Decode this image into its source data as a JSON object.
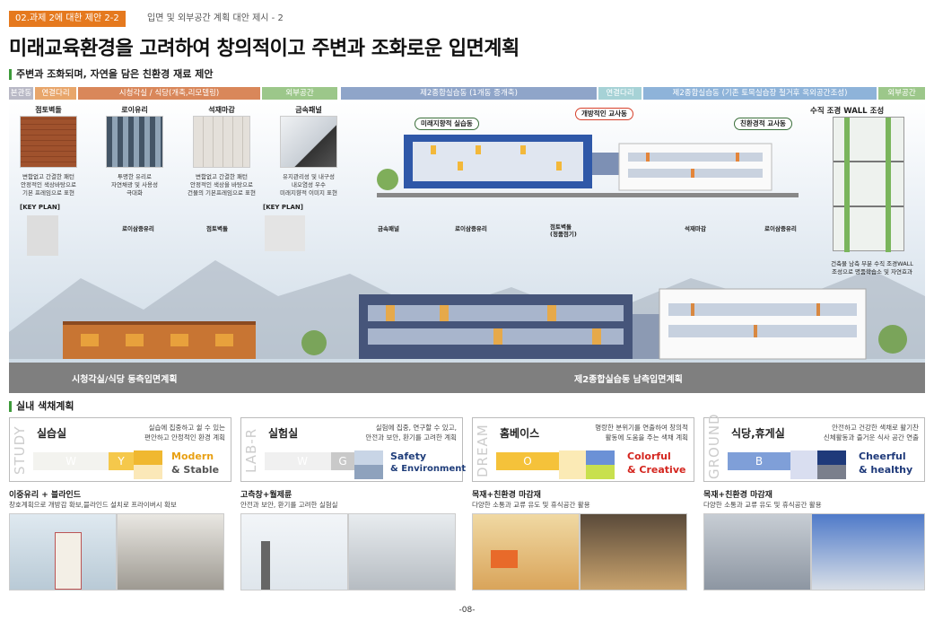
{
  "header": {
    "tag": "02.과제 2에 대한 제안 2-2",
    "subtitle": "입면 및 외부공간 계획 대안 제시 - 2",
    "title": "미래교육환경을 고려하여 창의적이고 주변과 조화로운 입면계획"
  },
  "section1": {
    "heading": "주변과 조화되며, 자연을 담은 친환경 재료 제안"
  },
  "bands": {
    "b1": "본관동",
    "b2": "연결다리",
    "b3": "시청각실 / 식당(개축,리모델링)",
    "b4": "외부공간",
    "b5": "제2종합실습동 (1개동 증개축)",
    "b6": "연결다리",
    "b7": "제2종합실습동 (기존 토목실습장 철거후 옥외공간조성)",
    "b8": "외부공간"
  },
  "materials": [
    {
      "name": "점토벽돌",
      "desc": "변함없고 간결한 패턴\n안정적인 색상바탕으로\n기본 프레임으로 표현"
    },
    {
      "name": "로이유리",
      "desc": "투명한 유리로\n자연채광 및 사용성\n극대화"
    },
    {
      "name": "석재마감",
      "desc": "변함없고 간결한 패턴\n안정적인 색상을 바탕으로\n건물의 기본프레임으로 표현"
    },
    {
      "name": "금속패널",
      "desc": "유지관리성 및 내구성\n내오염성 우수\n미래지향적 이미지 표현"
    }
  ],
  "keyplan": {
    "k1": "[KEY PLAN]",
    "k2": "[KEY PLAN]"
  },
  "pills": {
    "p1": "미래지향적 실습동",
    "p2": "개방적인 교사동",
    "p3": "친환경적 교사동"
  },
  "wall": {
    "title": "수직 조경 WALL 조성",
    "note": "건축물 남측 부분 수직 조경WALL\n조성으로 명품학습소 및 자연효과"
  },
  "callouts": {
    "c1": "로이삼중유리",
    "c2": "점토벽돌",
    "c3": "금속패널",
    "c4": "로이삼중유리",
    "c5": "점토벽돌\n(정품점기)",
    "c6": "석재마감",
    "c7": "로이삼중유리"
  },
  "elev": {
    "left": "시청각실/식당 동측입면계획",
    "right": "제2종합실습동 남측입면계획"
  },
  "section2": {
    "heading": "실내 색채계획"
  },
  "panels": [
    {
      "vert": "STUDY",
      "name": "실습실",
      "desc": "실습에 집중하고 쉴 수 있는\n편안하고 안정적인 환경 계획",
      "s1": "W",
      "s2": "Y",
      "kw1": "Modern",
      "kw2": "& Stable"
    },
    {
      "vert": "LAB-R",
      "name": "실험실",
      "desc": "실험에 집중, 연구할 수 있고,\n안전과 보안, 환기를 고려한 계획",
      "s1": "W",
      "s2": "G",
      "kw1": "Safety",
      "kw2": "& Environment"
    },
    {
      "vert": "DREAM",
      "name": "홈베이스",
      "desc": "명랑한 분위기를 연출하여 창의적\n활동에 도움을 주는 색채 계획",
      "s1": "O",
      "kw1": "Colorful",
      "kw2": "& Creative"
    },
    {
      "vert": "GROUND",
      "name": "식당,휴게실",
      "desc": "안전하고 건강한 색채로 활기찬\n신체활동과 즐거운 식사 공간 연출",
      "s1": "B",
      "kw1": "Cheerful",
      "kw2": "& healthy"
    }
  ],
  "captions": [
    {
      "title": "이중유리 + 블라인드",
      "desc": "창호계획으로 개방감 확보,블라인드 설치로 프라이버시 확보"
    },
    {
      "title": "고측창+월제륜",
      "desc": "안전과 보안, 환기를 고려한 실험실"
    },
    {
      "title": "목재+친환경 마감재",
      "desc": "다양한 소통과 교류 유도 및 휴식공간 활용"
    },
    {
      "title": "목재+친환경 마감재",
      "desc": "다양한 소통과 교류 유도 및 휴식공간 활용"
    }
  ],
  "page_number": "-08-"
}
